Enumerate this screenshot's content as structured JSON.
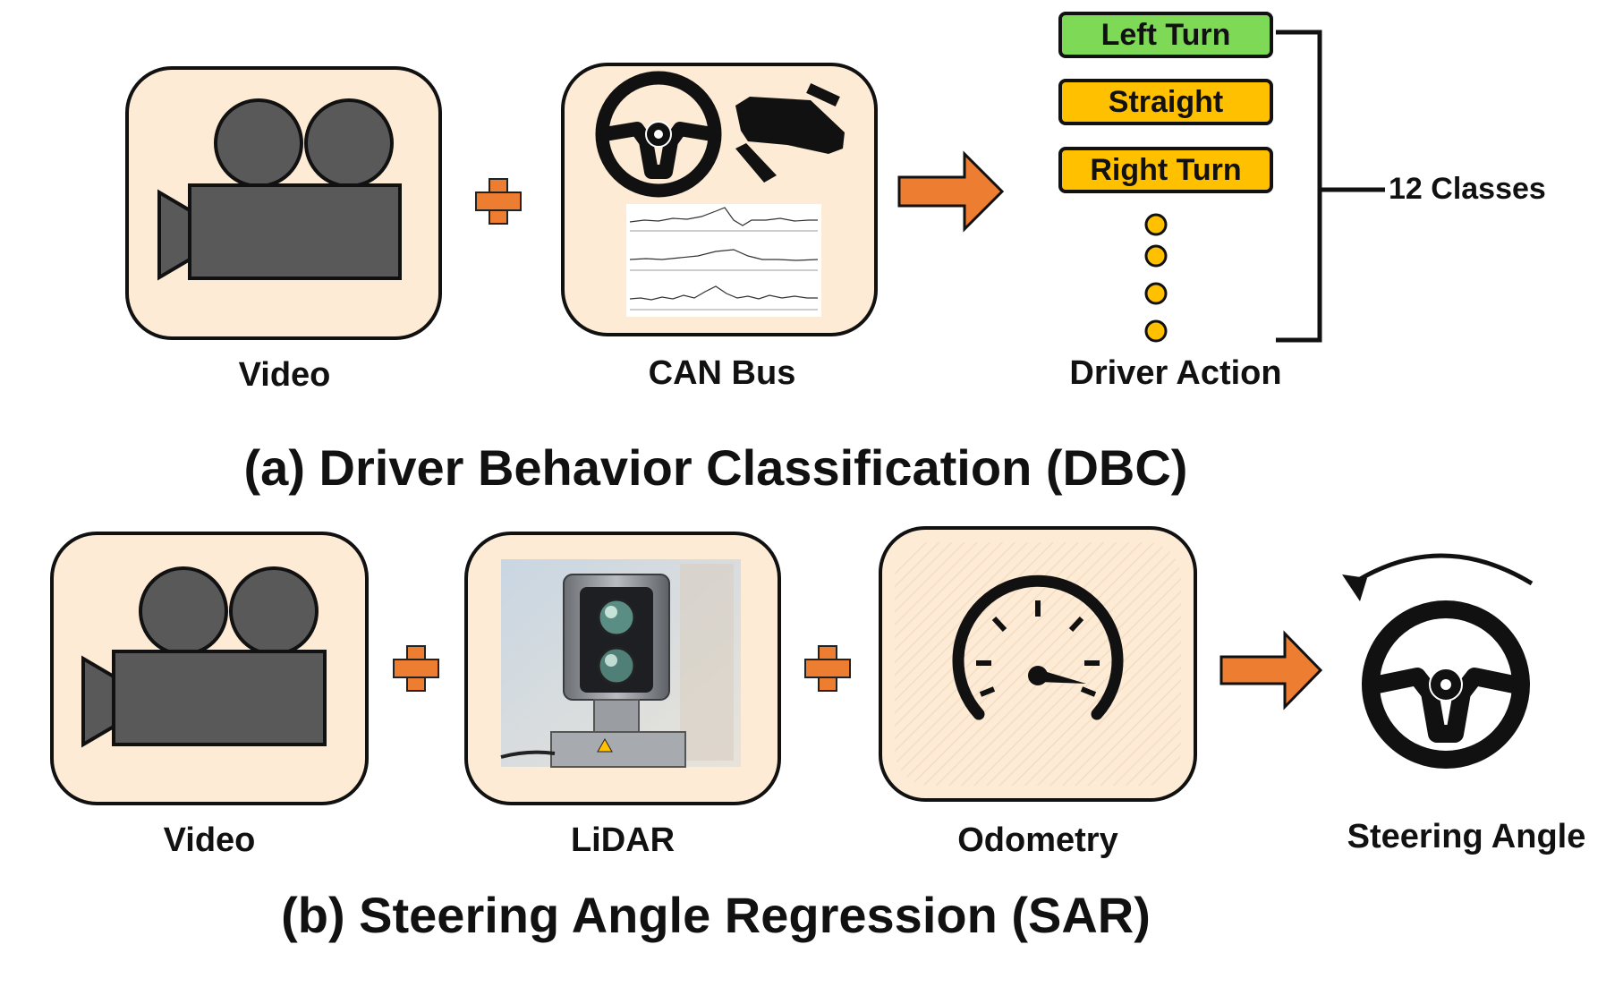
{
  "panel_a": {
    "caption": "(a) Driver Behavior Classification (DBC)",
    "inputs": [
      {
        "label": "Video",
        "icon": "video-camera-icon"
      },
      {
        "label": "CAN Bus",
        "icon": "steering-wheel-pedal-signal-icon"
      }
    ],
    "output": {
      "label": "Driver Action",
      "classes": [
        {
          "label": "Left Turn",
          "color": "#7ED957"
        },
        {
          "label": "Straight",
          "color": "#FFC000"
        },
        {
          "label": "Right Turn",
          "color": "#FFC000"
        }
      ],
      "count_label": "12 Classes"
    }
  },
  "panel_b": {
    "caption": "(b) Steering Angle Regression (SAR)",
    "inputs": [
      {
        "label": "Video",
        "icon": "video-camera-icon"
      },
      {
        "label": "LiDAR",
        "icon": "lidar-sensor-icon"
      },
      {
        "label": "Odometry",
        "icon": "speedometer-icon"
      }
    ],
    "output": {
      "label": "Steering Angle",
      "icon": "steering-wheel-icon"
    }
  },
  "colors": {
    "card_fill": "#FDEBD5",
    "operator": "#ED7D31",
    "icon_gray": "#595959",
    "class_green": "#7ED957",
    "class_yellow": "#FFC000",
    "dot_yellow": "#FFC000"
  }
}
